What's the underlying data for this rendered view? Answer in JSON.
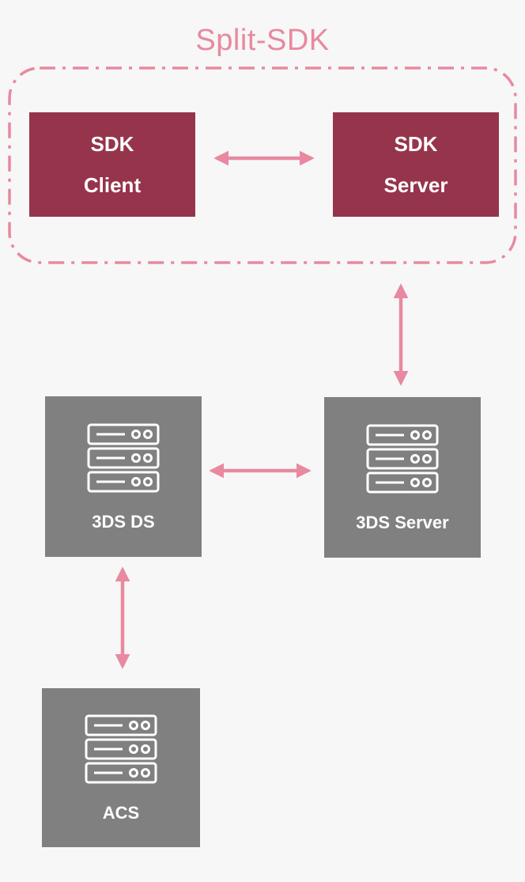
{
  "group": {
    "title": "Split-SDK"
  },
  "nodes": {
    "sdk_client": {
      "line1": "SDK",
      "line2": "Client"
    },
    "sdk_server": {
      "line1": "SDK",
      "line2": "Server"
    },
    "ds": {
      "label": "3DS DS",
      "icon": "server-rack-icon"
    },
    "server": {
      "label": "3DS Server",
      "icon": "server-rack-icon"
    },
    "acs": {
      "label": "ACS",
      "icon": "server-rack-icon"
    }
  },
  "edges": [
    {
      "from": "sdk_client",
      "to": "sdk_server",
      "type": "bidirectional"
    },
    {
      "from": "sdk_server",
      "to": "server",
      "type": "bidirectional"
    },
    {
      "from": "ds",
      "to": "server",
      "type": "bidirectional"
    },
    {
      "from": "ds",
      "to": "acs",
      "type": "bidirectional"
    }
  ],
  "colors": {
    "background": "#f7f7f7",
    "accent_pink": "#e8899f",
    "sdk_box": "#96344b",
    "server_box": "#808080",
    "text": "#ffffff"
  }
}
